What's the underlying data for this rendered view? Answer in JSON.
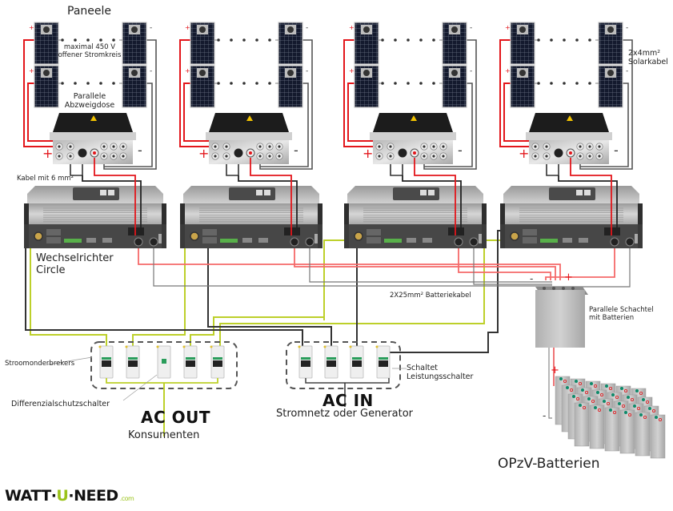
{
  "title": "Paneele",
  "colors": {
    "positive": "#e3161b",
    "positive_light": "#f56a6a",
    "negative": "#333333",
    "ac": "#bdd02a",
    "panel": "#141a2e",
    "panel_grid": "#6c7385",
    "junction_box_top": "#1c1c1c",
    "inverter_body": "#bfbfbf",
    "inverter_dark": "#3a3a3a",
    "battery": "#c8c8c8",
    "terminal_green": "#0e8a6a",
    "brand_green": "#9bc31b"
  },
  "labels": {
    "max_voltage_line1": "maximal 450 V",
    "max_voltage_line2": "offener Stromkreis",
    "junction_box_line1": "Parallele",
    "junction_box_line2": "Abzweigdose",
    "solar_cable_line1": "2x4mm²",
    "solar_cable_line2": "Solarkabel",
    "cable_6mm": "Kabel mit 6 mm²",
    "inverter_line1": "Wechselrichter",
    "inverter_line2": "Circle",
    "battery_cable": "2X25mm² Batteriekabel",
    "battery_box_line1": "Parallele Schachtel",
    "battery_box_line2": "mit Batterien",
    "circuit_breakers": "Stroomonderbrekers",
    "rcd": "Differenzialschutzschalter",
    "ac_out": "AC OUT",
    "consumers": "Konsumenten",
    "switched_breaker_line1": "Schaltet",
    "switched_breaker_line2": "Leistungsschalter",
    "ac_in": "AC IN",
    "grid_generator": "Stromnetz oder Generator",
    "opzv": "OPzV-Batterien",
    "plus": "+",
    "minus": "-"
  },
  "logo": {
    "part1": "WATT·",
    "part2": "U",
    "part3": "·NEED",
    "suffix": ".com"
  },
  "strings": [
    {
      "id": 1,
      "rows": 2,
      "panels_per_row_shown": 2
    },
    {
      "id": 2,
      "rows": 2,
      "panels_per_row_shown": 2
    },
    {
      "id": 3,
      "rows": 2,
      "panels_per_row_shown": 2
    },
    {
      "id": 4,
      "rows": 2,
      "panels_per_row_shown": 2
    }
  ],
  "ac_out_breakers": [
    "MCB",
    "MCB",
    "RCD",
    "MCB",
    "MCB"
  ],
  "ac_in_breakers": [
    "MCB",
    "MCB",
    "MCB",
    "MCB"
  ]
}
